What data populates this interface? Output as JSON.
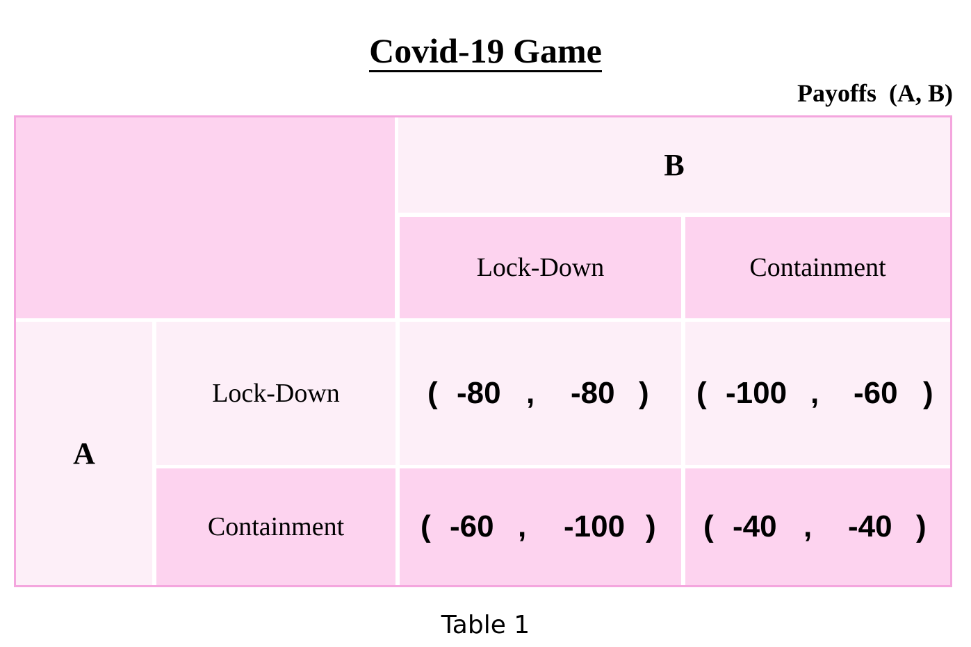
{
  "title": "Covid-19 Game",
  "payoffs_label": "Payoffs  (A, B)",
  "player_b": "B",
  "player_a": "A",
  "strategies_b": [
    "Lock-Down",
    "Containment"
  ],
  "strategies_a": [
    "Lock-Down",
    "Containment"
  ],
  "payoffs": [
    [
      {
        "a": "-80",
        "b": "-80"
      },
      {
        "a": "-100",
        "b": "-60"
      }
    ],
    [
      {
        "a": "-60",
        "b": "-100"
      },
      {
        "a": "-40",
        "b": "-40"
      }
    ]
  ],
  "caption": "Table 1",
  "colors": {
    "border": "#f4a6de",
    "cell_dark": "#fdd3ef",
    "cell_light": "#fdeff8"
  }
}
